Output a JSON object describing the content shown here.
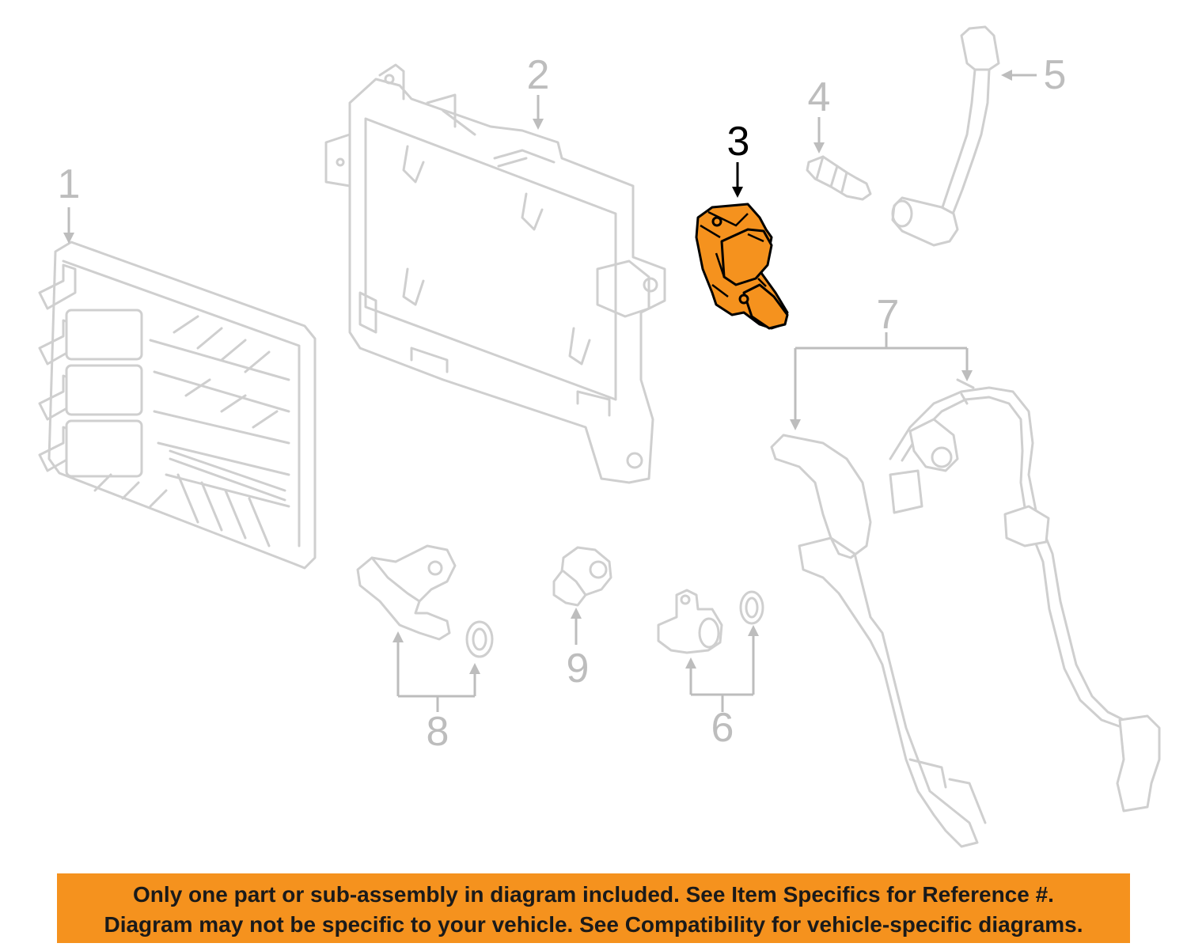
{
  "diagram": {
    "callouts": [
      {
        "id": "1",
        "label": "1"
      },
      {
        "id": "2",
        "label": "2"
      },
      {
        "id": "3",
        "label": "3"
      },
      {
        "id": "4",
        "label": "4"
      },
      {
        "id": "5",
        "label": "5"
      },
      {
        "id": "6",
        "label": "6"
      },
      {
        "id": "7",
        "label": "7"
      },
      {
        "id": "8",
        "label": "8"
      },
      {
        "id": "9",
        "label": "9"
      }
    ],
    "highlighted_part": "3",
    "colors": {
      "highlight": "#f5921e",
      "line_art": "#cfcfcf",
      "callout_inactive": "#bdbdbd",
      "callout_active": "#000000"
    }
  },
  "notice": {
    "line1": "Only one part or sub-assembly in diagram included. See Item Specifics for Reference #.",
    "line2": "Diagram may not be specific to your vehicle. See Compatibility for vehicle-specific diagrams.",
    "background": "#f5921e"
  }
}
